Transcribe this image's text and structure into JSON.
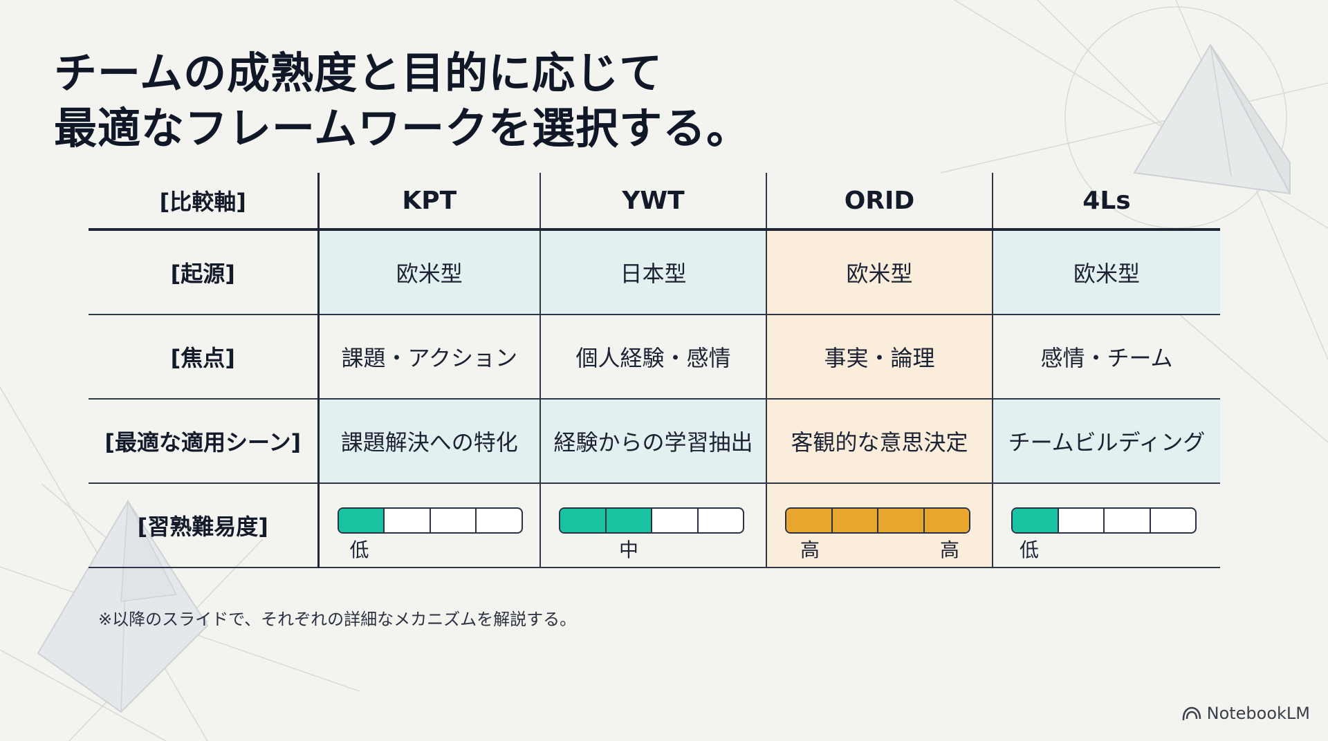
{
  "title": {
    "line1": "チームの成熟度と目的に応じて",
    "line2": "最適なフレームワークを選択する。"
  },
  "table": {
    "header": {
      "axis": "[比較軸]",
      "columns": [
        "KPT",
        "YWT",
        "ORID",
        "4Ls"
      ]
    },
    "rows": [
      {
        "label": "[起源]",
        "values": [
          "欧米型",
          "日本型",
          "欧米型",
          "欧米型"
        ]
      },
      {
        "label": "[焦点]",
        "values": [
          "課題・アクション",
          "個人経験・感情",
          "事実・論理",
          "感情・チーム"
        ]
      },
      {
        "label": "[最適な適用シーン]",
        "values": [
          "課題解決への特化",
          "経験からの学習抽出",
          "客観的な意思決定",
          "チームビルディング"
        ]
      }
    ],
    "difficulty": {
      "label": "[習熟難易度]",
      "segments": 4,
      "items": [
        {
          "level": 1,
          "color": "#19c2a1",
          "labels": [
            "低"
          ]
        },
        {
          "level": 2,
          "color": "#19c2a1",
          "labels": [
            "中"
          ]
        },
        {
          "level": 4,
          "color": "#e8a62e",
          "labels": [
            "高",
            "高"
          ]
        },
        {
          "level": 1,
          "color": "#19c2a1",
          "labels": [
            "低"
          ]
        }
      ]
    }
  },
  "footnote": "※以降のスライドで、それぞれの詳細なメカニズムを解説する。",
  "brand": {
    "name": "NotebookLM",
    "icon": "notebooklm-logo-icon"
  },
  "colors": {
    "highlight_blue": "#e4f0ef",
    "highlight_orange": "#faeddb",
    "meter_teal": "#19c2a1",
    "meter_orange": "#e8a62e",
    "text_dark": "#141b2b"
  }
}
